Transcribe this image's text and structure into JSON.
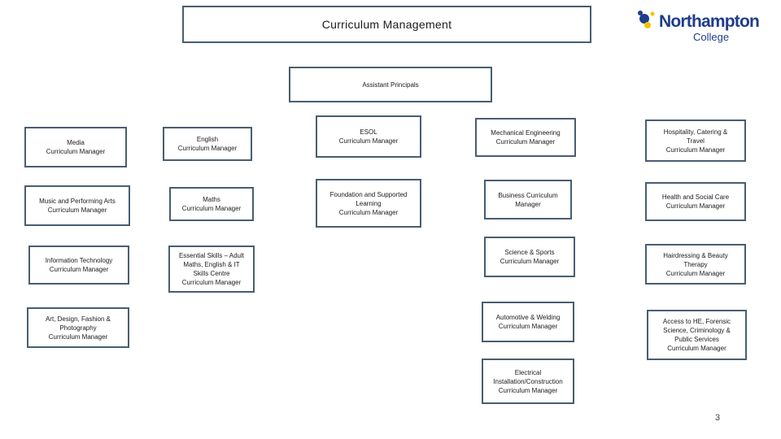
{
  "header": {
    "title": "Curriculum Management",
    "logo": {
      "line1": "Northampton",
      "line2": "College",
      "primary_color": "#1f3d8a",
      "accent_color": "#f2c200"
    }
  },
  "top_box": {
    "label": "Assistant Principals"
  },
  "columns": [
    {
      "boxes": [
        {
          "lines": [
            "Media",
            "Curriculum Manager"
          ]
        },
        {
          "lines": [
            "Music and Performing Arts",
            "Curriculum Manager"
          ]
        },
        {
          "lines": [
            "Information Technology",
            "Curriculum Manager"
          ]
        },
        {
          "lines": [
            "Art, Design, Fashion &",
            "Photography",
            "Curriculum Manager"
          ]
        }
      ]
    },
    {
      "boxes": [
        {
          "lines": [
            "English",
            "Curriculum Manager"
          ]
        },
        {
          "lines": [
            "Maths",
            "Curriculum Manager"
          ]
        },
        {
          "lines": [
            "Essential Skills – Adult",
            "Maths, English & IT",
            "Skills Centre",
            "Curriculum Manager"
          ]
        }
      ]
    },
    {
      "boxes": [
        {
          "lines": [
            "ESOL",
            "Curriculum Manager"
          ]
        },
        {
          "lines": [
            "Foundation and Supported",
            "Learning",
            "Curriculum Manager"
          ]
        }
      ]
    },
    {
      "boxes": [
        {
          "lines": [
            "Mechanical Engineering",
            "Curriculum Manager"
          ]
        },
        {
          "lines": [
            "Business Curriculum",
            "Manager"
          ]
        },
        {
          "lines": [
            "Science & Sports",
            "Curriculum Manager"
          ]
        },
        {
          "lines": [
            "Automotive & Welding",
            "Curriculum Manager"
          ]
        },
        {
          "lines": [
            "Electrical",
            "Installation/Construction",
            "Curriculum Manager"
          ]
        }
      ]
    },
    {
      "boxes": [
        {
          "lines": [
            "Hospitality, Catering &",
            "Travel",
            "Curriculum Manager"
          ]
        },
        {
          "lines": [
            "Health and Social Care",
            "Curriculum Manager"
          ]
        },
        {
          "lines": [
            "Hairdressing & Beauty",
            "Therapy",
            "Curriculum Manager"
          ]
        },
        {
          "lines": [
            "Access to HE, Forensic",
            "Science, Criminology &",
            "Public Services",
            "Curriculum Manager"
          ]
        }
      ]
    }
  ],
  "page_number": "3"
}
